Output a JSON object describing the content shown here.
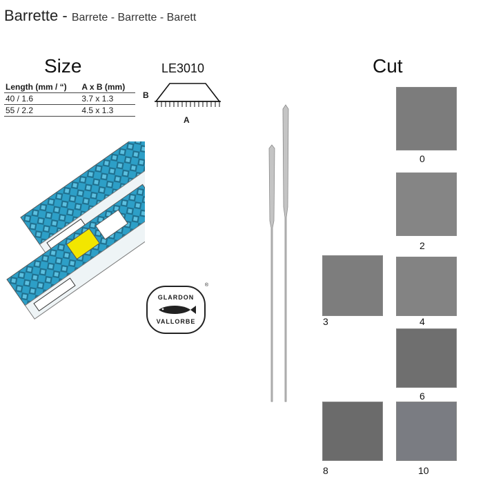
{
  "title": {
    "main": "Barrette - ",
    "sub": "Barrete - Barrette - Barett"
  },
  "size": {
    "heading": "Size",
    "columns": [
      "Length (mm / “)",
      "A x B (mm)"
    ],
    "rows": [
      [
        "40 / 1.6",
        "3.7 x 1.3"
      ],
      [
        "55 / 2.2",
        "4.5 x 1.3"
      ]
    ]
  },
  "profile": {
    "code": "LE3010",
    "label_b": "B",
    "label_a": "A"
  },
  "cut": {
    "heading": "Cut",
    "swatches": [
      {
        "label": "0",
        "color": "#7c7c7c"
      },
      {
        "label": "2",
        "color": "#858585"
      },
      {
        "label": "3",
        "color": "#7d7d7d"
      },
      {
        "label": "4",
        "color": "#838383"
      },
      {
        "label": "6",
        "color": "#6f6f6f"
      },
      {
        "label": "8",
        "color": "#6b6b6b"
      },
      {
        "label": "10",
        "color": "#7a7c82"
      }
    ]
  },
  "logo": {
    "line1": "GLARDON",
    "line2": "VALLORBE",
    "mark": "®"
  },
  "colors": {
    "box_teal": "#2d9fc7",
    "box_dark": "#1e4f66",
    "file_steel": "#b8b8b8"
  }
}
